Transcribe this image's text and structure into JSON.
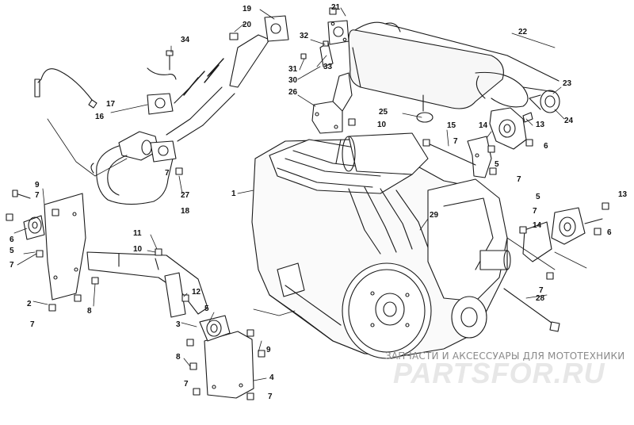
{
  "watermark": {
    "caption": "ЗАПЧАСТИ И АКСЕССУАРЫ ДЛЯ МОТОТЕХНИКИ",
    "logo": "PARTSFOR.RU"
  },
  "callouts": [
    {
      "id": "c1",
      "text": "1"
    },
    {
      "id": "c2",
      "text": "2"
    },
    {
      "id": "c3",
      "text": "3"
    },
    {
      "id": "c4",
      "text": "4"
    },
    {
      "id": "c5a",
      "text": "5"
    },
    {
      "id": "c5b",
      "text": "5"
    },
    {
      "id": "c5c",
      "text": "5"
    },
    {
      "id": "c5d",
      "text": "5"
    },
    {
      "id": "c6a",
      "text": "6"
    },
    {
      "id": "c6b",
      "text": "6"
    },
    {
      "id": "c6c",
      "text": "6"
    },
    {
      "id": "c7a",
      "text": "7"
    },
    {
      "id": "c7b",
      "text": "7"
    },
    {
      "id": "c7c",
      "text": "7"
    },
    {
      "id": "c7d",
      "text": "7"
    },
    {
      "id": "c7e",
      "text": "7"
    },
    {
      "id": "c7f",
      "text": "7"
    },
    {
      "id": "c7g",
      "text": "7"
    },
    {
      "id": "c7h",
      "text": "7"
    },
    {
      "id": "c7i",
      "text": "7"
    },
    {
      "id": "c7j",
      "text": "7"
    },
    {
      "id": "c8a",
      "text": "8"
    },
    {
      "id": "c8b",
      "text": "8"
    },
    {
      "id": "c9a",
      "text": "9"
    },
    {
      "id": "c9b",
      "text": "9"
    },
    {
      "id": "c10a",
      "text": "10"
    },
    {
      "id": "c10b",
      "text": "10"
    },
    {
      "id": "c11",
      "text": "11"
    },
    {
      "id": "c12",
      "text": "12"
    },
    {
      "id": "c13a",
      "text": "13"
    },
    {
      "id": "c13b",
      "text": "13"
    },
    {
      "id": "c14a",
      "text": "14"
    },
    {
      "id": "c14b",
      "text": "14"
    },
    {
      "id": "c15",
      "text": "15"
    },
    {
      "id": "c16",
      "text": "16"
    },
    {
      "id": "c17",
      "text": "17"
    },
    {
      "id": "c18",
      "text": "18"
    },
    {
      "id": "c19",
      "text": "19"
    },
    {
      "id": "c20",
      "text": "20"
    },
    {
      "id": "c21",
      "text": "21"
    },
    {
      "id": "c22",
      "text": "22"
    },
    {
      "id": "c23",
      "text": "23"
    },
    {
      "id": "c24",
      "text": "24"
    },
    {
      "id": "c25",
      "text": "25"
    },
    {
      "id": "c26",
      "text": "26"
    },
    {
      "id": "c27",
      "text": "27"
    },
    {
      "id": "c28",
      "text": "28"
    },
    {
      "id": "c29",
      "text": "29"
    },
    {
      "id": "c30",
      "text": "30"
    },
    {
      "id": "c31",
      "text": "31"
    },
    {
      "id": "c32",
      "text": "32"
    },
    {
      "id": "c33",
      "text": "33"
    },
    {
      "id": "c34",
      "text": "34"
    }
  ]
}
